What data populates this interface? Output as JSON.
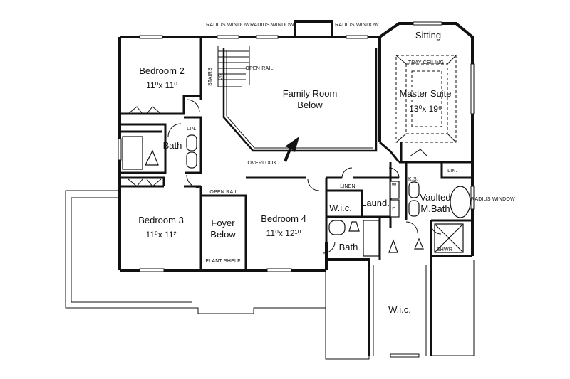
{
  "labels": {
    "radius_window_1": "RADIUS WINDOW",
    "radius_window_2": "RADIUS WINDOW",
    "radius_window_3": "RADIUS WINDOW",
    "radius_window_4": "RADIUS WINDOW",
    "sitting": "Sitting",
    "tray_ceiling": "TRAY CEILING",
    "master_suite": "Master Suite",
    "master_suite_dim": "13⁰x 19⁶",
    "bedroom2": "Bedroom 2",
    "bedroom2_dim": "11⁰x 11⁰",
    "family_room": "Family Room",
    "family_room_below": "Below",
    "open_rail_1": "OPEN RAIL",
    "open_rail_2": "OPEN RAIL",
    "stairs": "STAIRS",
    "dn": "DN",
    "lin_1": "LIN.",
    "lin_2": "LIN.",
    "bath_1": "Bath",
    "bath_2": "Bath",
    "overlook": "OVERLOOK",
    "linen": "LINEN",
    "wic_1": "W.i.c.",
    "wic_2": "W.i.c.",
    "laund": "Laund.",
    "w": "W.",
    "d": "D.",
    "ks": "K.S.",
    "vaulted": "Vaulted",
    "mbath": "M.Bath",
    "shwr": "SHWR",
    "bedroom3": "Bedroom 3",
    "bedroom3_dim": "11⁰x 11²",
    "foyer": "Foyer",
    "foyer_below": "Below",
    "bedroom4": "Bedroom 4",
    "bedroom4_dim": "11⁰x 12¹⁰",
    "plant_shelf": "PLANT SHELF"
  }
}
